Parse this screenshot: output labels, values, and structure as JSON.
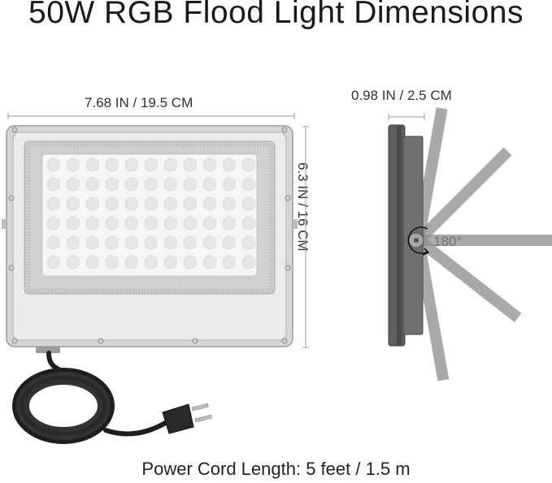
{
  "title": "50W RGB Flood Light Dimensions",
  "dimensions": {
    "width": "7.68 IN / 19.5 CM",
    "height": "6.3 IN / 16 CM",
    "depth": "0.98 IN / 2.5 CM"
  },
  "rotation_angle": "180°",
  "power_cord": "Power Cord Length: 5 feet / 1.5 m",
  "colors": {
    "frame": "#c8c8c8",
    "led_panel": "#f4f4f4",
    "bracket": "#8a8a8a",
    "cable": "#1e1e1e"
  }
}
